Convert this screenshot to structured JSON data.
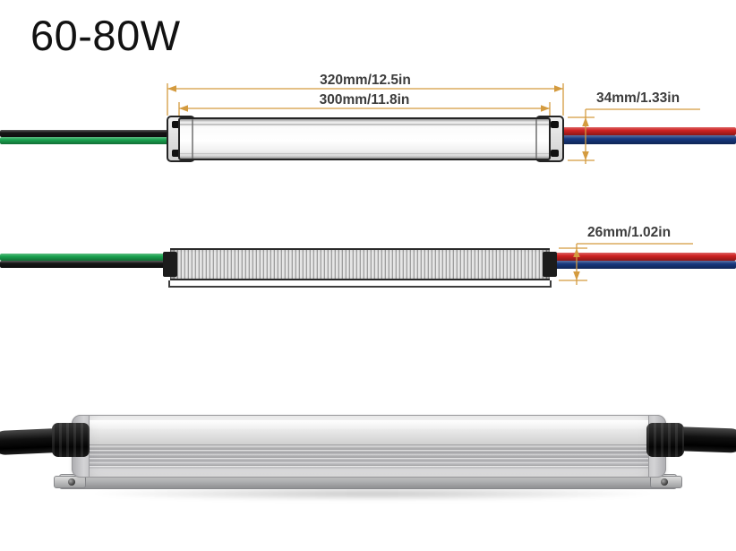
{
  "title": "60-80W",
  "top_view": {
    "overall_length": "320mm/12.5in",
    "body_length": "300mm/11.8in",
    "height": "34mm/1.33in"
  },
  "side_view": {
    "height": "26mm/1.02in"
  },
  "colors": {
    "dimension": "#D49B3F",
    "label_text": "#3C3C3C",
    "wire_red": "#CE2121",
    "wire_blue": "#16377E",
    "wire_green": "#19A14E",
    "wire_black": "#151515"
  }
}
